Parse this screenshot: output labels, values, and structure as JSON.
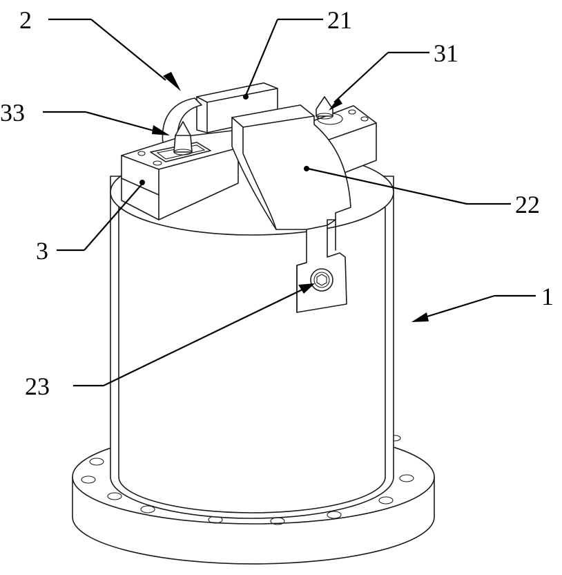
{
  "labels": {
    "l2": "2",
    "l21": "21",
    "l31": "31",
    "l33": "33",
    "l22": "22",
    "l3": "3",
    "l1": "1",
    "l23": "23"
  }
}
